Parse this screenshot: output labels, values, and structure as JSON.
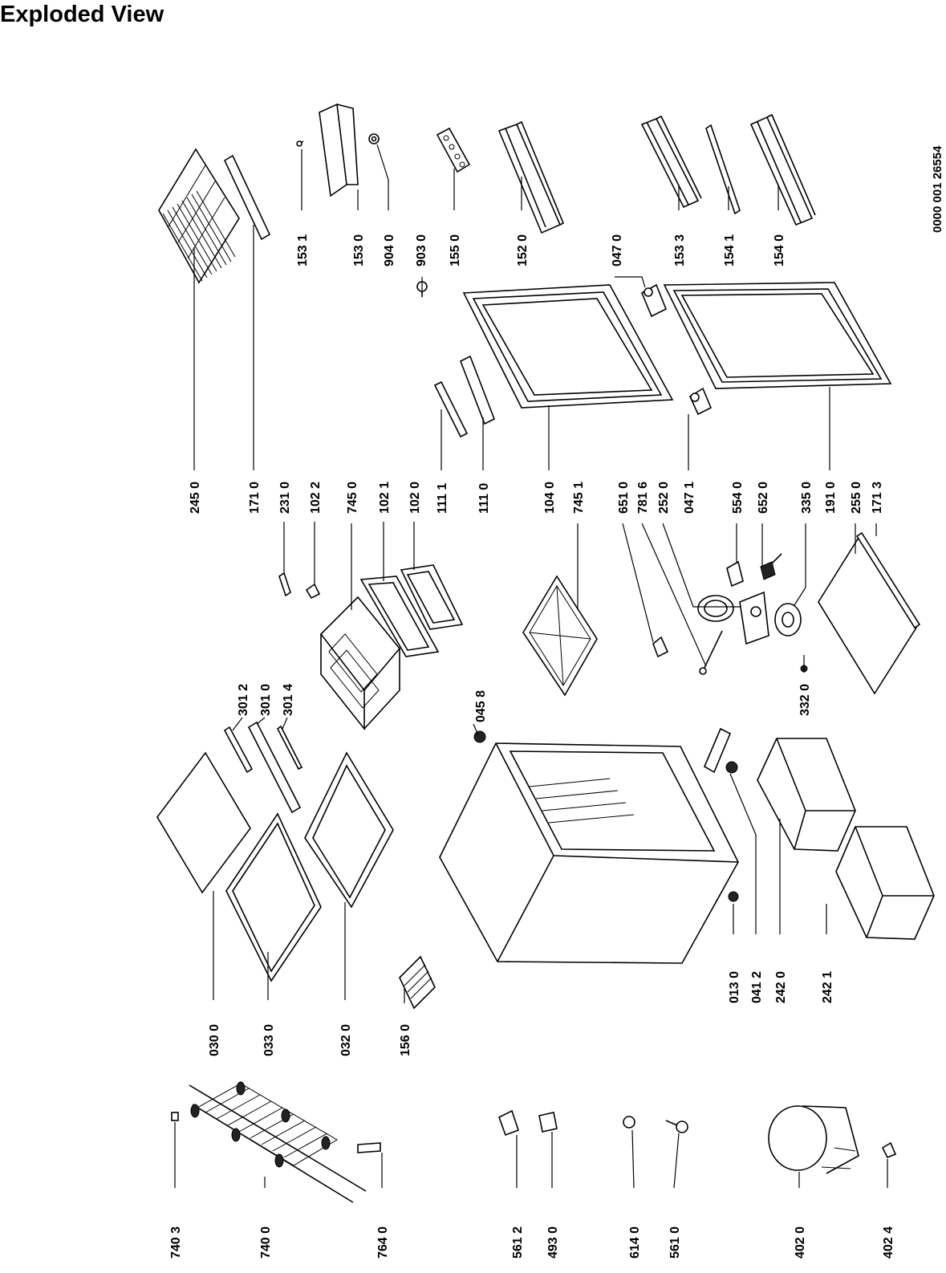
{
  "header": {
    "title": "Exploded View",
    "document_number": "0000 001 26554"
  },
  "callouts": [
    {
      "id": "153 1"
    },
    {
      "id": "153 0"
    },
    {
      "id": "904 0"
    },
    {
      "id": "903 0"
    },
    {
      "id": "155 0"
    },
    {
      "id": "152 0"
    },
    {
      "id": "047 0"
    },
    {
      "id": "153 3"
    },
    {
      "id": "154 1"
    },
    {
      "id": "154 0"
    },
    {
      "id": "245 0"
    },
    {
      "id": "171 0"
    },
    {
      "id": "231 0"
    },
    {
      "id": "102 2"
    },
    {
      "id": "745 0"
    },
    {
      "id": "102 1"
    },
    {
      "id": "102 0"
    },
    {
      "id": "111 1"
    },
    {
      "id": "111 0"
    },
    {
      "id": "104 0"
    },
    {
      "id": "745 1"
    },
    {
      "id": "651 0"
    },
    {
      "id": "781 6"
    },
    {
      "id": "252 0"
    },
    {
      "id": "047 1"
    },
    {
      "id": "554 0"
    },
    {
      "id": "652 0"
    },
    {
      "id": "335 0"
    },
    {
      "id": "191 0"
    },
    {
      "id": "255 0"
    },
    {
      "id": "171 3"
    },
    {
      "id": "301 2"
    },
    {
      "id": "301 0"
    },
    {
      "id": "301 4"
    },
    {
      "id": "045 8"
    },
    {
      "id": "332 0"
    },
    {
      "id": "030 0"
    },
    {
      "id": "033 0"
    },
    {
      "id": "032 0"
    },
    {
      "id": "156 0"
    },
    {
      "id": "013 0"
    },
    {
      "id": "041 2"
    },
    {
      "id": "242 0"
    },
    {
      "id": "242 1"
    },
    {
      "id": "740 3"
    },
    {
      "id": "740 0"
    },
    {
      "id": "764 0"
    },
    {
      "id": "561 2"
    },
    {
      "id": "493 0"
    },
    {
      "id": "614 0"
    },
    {
      "id": "561 0"
    },
    {
      "id": "402 0"
    },
    {
      "id": "402 4"
    }
  ]
}
